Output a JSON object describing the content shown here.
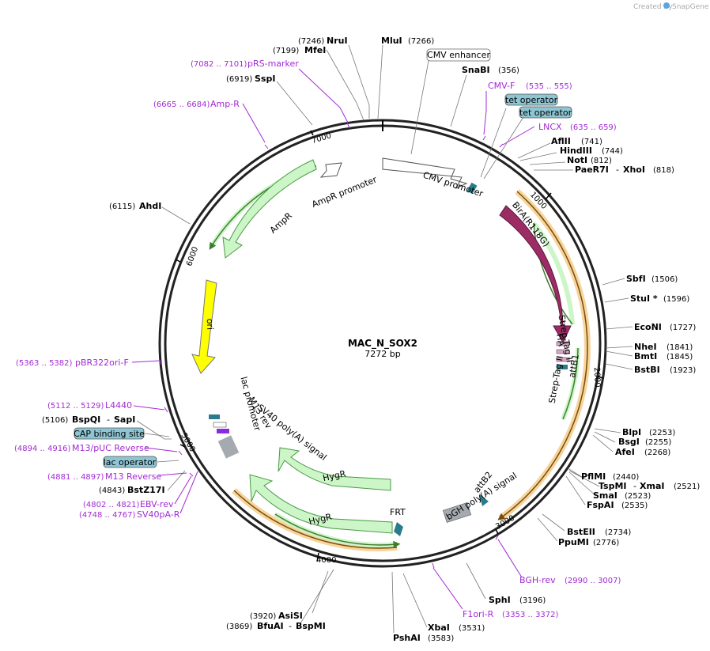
{
  "watermark": {
    "prefix": "Created by",
    "brand": "SnapGene"
  },
  "plasmid": {
    "name": "MAC_N_SOX2",
    "size": "7272 bp"
  },
  "ticks": [
    "1000",
    "2000",
    "3000",
    "4000",
    "5000",
    "6000",
    "7000"
  ],
  "sites": {
    "nrui": {
      "name": "NruI",
      "pos": "(7246)"
    },
    "mlui": {
      "name": "MluI",
      "pos": "(7266)"
    },
    "mfei": {
      "name": "MfeI",
      "pos": "(7199)"
    },
    "sspi": {
      "name": "SspI",
      "pos": "(6919)"
    },
    "snabi": {
      "name": "SnaBI",
      "pos": "(356)"
    },
    "aflii": {
      "name": "AflII",
      "pos": "(741)"
    },
    "hindiii": {
      "name": "HindIII",
      "pos": "(744)"
    },
    "noti": {
      "name": "NotI",
      "pos": "(812)"
    },
    "paer7i": {
      "name": "PaeR7I",
      "sep": "-",
      "name2": "XhoI",
      "pos": "(818)"
    },
    "ahdi": {
      "name": "AhdI",
      "pos": "(6115)"
    },
    "sbfi": {
      "name": "SbfI",
      "pos": "(1506)"
    },
    "stui": {
      "name": "StuI *",
      "pos": "(1596)"
    },
    "econi": {
      "name": "EcoNI",
      "pos": "(1727)"
    },
    "nhei": {
      "name": "NheI",
      "pos": "(1841)"
    },
    "bmti": {
      "name": "BmtI",
      "pos": "(1845)"
    },
    "bstbi": {
      "name": "BstBI",
      "pos": "(1923)"
    },
    "bspqi": {
      "name": "BspQI",
      "sep": "-",
      "name2": "SapI",
      "pos": "(5106)"
    },
    "blpi": {
      "name": "BlpI",
      "pos": "(2253)"
    },
    "bsgi": {
      "name": "BsgI",
      "pos": "(2255)"
    },
    "afei": {
      "name": "AfeI",
      "pos": "(2268)"
    },
    "bstz17i": {
      "name": "BstZ17I",
      "pos": "(4843)"
    },
    "pflmi": {
      "name": "PflMI",
      "pos": "(2440)"
    },
    "tspmi": {
      "name": "TspMI",
      "sep": "-",
      "name2": "XmaI",
      "pos": "(2521)"
    },
    "smai": {
      "name": "SmaI",
      "pos": "(2523)"
    },
    "fspai": {
      "name": "FspAI",
      "pos": "(2535)"
    },
    "bsteii": {
      "name": "BstEII",
      "pos": "(2734)"
    },
    "ppumi": {
      "name": "PpuMI",
      "pos": "(2776)"
    },
    "sphi": {
      "name": "SphI",
      "pos": "(3196)"
    },
    "xbai": {
      "name": "XbaI",
      "pos": "(3531)"
    },
    "pshai": {
      "name": "PshAI",
      "pos": "(3583)"
    },
    "asisi": {
      "name": "AsiSI",
      "pos": "(3920)"
    },
    "bfuai": {
      "name": "BfuAI",
      "sep": "-",
      "name2": "BspMI",
      "pos": "(3869)"
    }
  },
  "primers": {
    "prs": {
      "name": "pRS-marker",
      "range": "(7082 .. 7101)"
    },
    "ampr": {
      "name": "Amp-R",
      "range": "(6665 .. 6684)"
    },
    "cmvf": {
      "name": "CMV-F",
      "range": "(535 .. 555)"
    },
    "lncx": {
      "name": "LNCX",
      "range": "(635 .. 659)"
    },
    "pbr": {
      "name": "pBR322ori-F",
      "range": "(5363 .. 5382)"
    },
    "l4440": {
      "name": "L4440",
      "range": "(5112 .. 5129)"
    },
    "m13puc": {
      "name": "M13/pUC Reverse",
      "range": "(4894 .. 4916)"
    },
    "m13rev": {
      "name": "M13 Reverse",
      "range": "(4881 .. 4897)"
    },
    "ebv": {
      "name": "EBV-rev",
      "range": "(4802 .. 4821)"
    },
    "sv40pa": {
      "name": "SV40pA-R",
      "range": "(4748 .. 4767)"
    },
    "bgh": {
      "name": "BGH-rev",
      "range": "(2990 .. 3007)"
    },
    "f1ori": {
      "name": "F1ori-R",
      "range": "(3353 .. 3372)"
    }
  },
  "boxes": {
    "cmv_enh": "CMV enhancer",
    "tet1": "tet operator",
    "tet2": "tet operator",
    "cap": "CAP binding site",
    "lacop": "lac operator"
  },
  "features": {
    "cmv_promoter": "CMV promoter",
    "birA": "BirA(R118G)",
    "strep1": "Strep-Tag II",
    "ha": "HA",
    "strep2": "Strep-Tag II",
    "attb1": "attB1",
    "ampr_promoter": "AmpR promoter",
    "ampr": "AmpR",
    "ori": "ori",
    "lac_promoter": "lac promoter",
    "m13rev": "M13 rev",
    "sv40": "SV40 poly(A) signal",
    "hygr1": "HygR",
    "hygr2": "HygR",
    "frt": "FRT",
    "bgh": "bGH poly(A) signal",
    "attb2": "attB2"
  },
  "colors": {
    "backbone": "#222222",
    "cds_green": "#ccf6c8",
    "cds_green_stroke": "#4a9a44",
    "birA": "#9b2c64",
    "ori": "#ffff00",
    "orange": "#f0a040",
    "primer": "#a22ad4",
    "teal": "#2a7b8b",
    "grey": "#a5aab0",
    "box_teal": "#8ec5d3"
  }
}
